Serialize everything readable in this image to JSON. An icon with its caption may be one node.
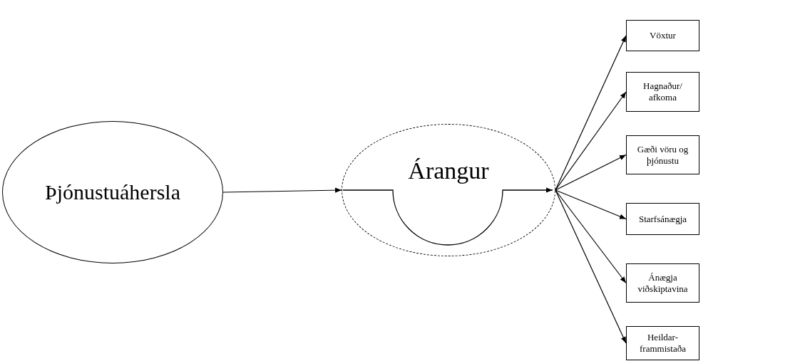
{
  "diagram": {
    "nodes": [
      {
        "text": [
          "Þjónustuáhersla"
        ]
      },
      {
        "text": [
          "Árangur"
        ]
      },
      {
        "text": [
          "Vöxtur"
        ]
      },
      {
        "text": [
          "Hagnaður/ afkoma"
        ]
      },
      {
        "text": [
          "Gæði vöru og þjónustu"
        ]
      },
      {
        "text": [
          "Starfsánægja"
        ]
      },
      {
        "text": [
          "Ánægja viðskiptavina"
        ]
      },
      {
        "text": [
          "Heildar- frammistaða"
        ]
      }
    ],
    "edges": [
      {
        "from": 0,
        "to": 1,
        "arrow": "to"
      },
      {
        "from": 1,
        "to": 2,
        "arrow": "to"
      },
      {
        "from": 1,
        "to": 3,
        "arrow": "to"
      },
      {
        "from": 1,
        "to": 4,
        "arrow": "to"
      },
      {
        "from": 1,
        "to": 5,
        "arrow": "to"
      },
      {
        "from": 1,
        "to": 6,
        "arrow": "to"
      },
      {
        "from": 1,
        "to": 7,
        "arrow": "to"
      }
    ]
  }
}
